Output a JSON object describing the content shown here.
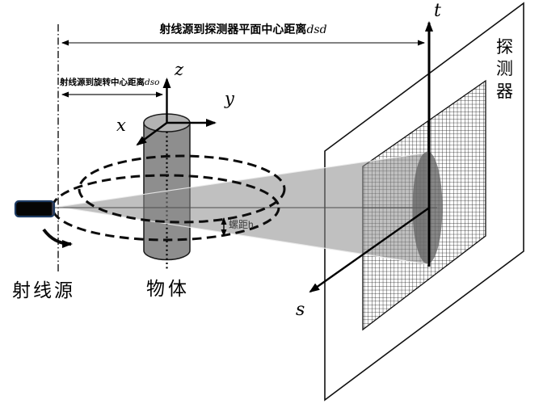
{
  "figure": {
    "type": "cone-beam CT helical scan geometry diagram",
    "labels": {
      "dsd": {
        "text": "射线源到探测器平面中心距离",
        "var": "dsd"
      },
      "dso": {
        "text": "射线源到旋转中心距离",
        "var": "dso"
      },
      "pitch": "螺距h",
      "source": "射线源",
      "object": "物体",
      "detector": "探测器"
    },
    "axes": {
      "x": "x",
      "y": "y",
      "z": "z",
      "s": "s",
      "t": "t"
    },
    "colors": {
      "background": "#ffffff",
      "line": "#000000",
      "cone_beam": "#b5b5b5",
      "beam_spot": "#8f8f8f",
      "cylinder_body": "#8e8e8e",
      "cylinder_top": "#b3b3b3",
      "source_fill": "#050505",
      "source_outline": "#1e3c64"
    }
  }
}
